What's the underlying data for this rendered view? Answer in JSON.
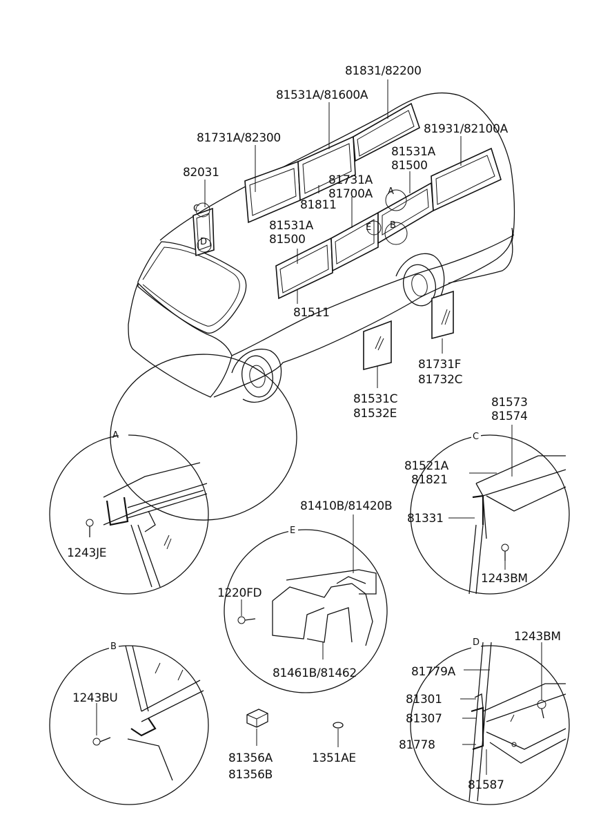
{
  "labels": {
    "p81831": "81831/82200",
    "p81531A_81600A": "81531A/81600A",
    "p81931": "81931/82100A",
    "p81731A_82300": "81731A/82300",
    "p81531A_r": "81531A",
    "p81500_r": "81500",
    "p82031": "82031",
    "p81731A_m": "81731A",
    "p81700A": "81700A",
    "p81811": "81811",
    "p81531A_l": "81531A",
    "p81500_l": "81500",
    "p81511": "81511",
    "p81531C": "81531C",
    "p81532E": "81532E",
    "p81731F": "81731F",
    "p81732C": "81732C",
    "p81573": "81573",
    "p81574": "81574",
    "p81521A": "81521A",
    "p81821": "81821",
    "p81331": "81331",
    "p1243BM_c": "1243BM",
    "p81410B": "81410B/81420B",
    "p1220FD": "1220FD",
    "p81461B": "81461B/81462",
    "p1243JE": "1243JE",
    "p1243BU": "1243BU",
    "p81356A": "81356A",
    "p81356B": "81356B",
    "p1351AE": "1351AE",
    "p1243BM_d": "1243BM",
    "p81779A": "81779A",
    "p81301": "81301",
    "p81307": "81307",
    "p81778": "81778",
    "p81587": "81587"
  },
  "detail_letters": {
    "A": "A",
    "B": "B",
    "C": "C",
    "D": "D",
    "E": "E"
  },
  "callout_letters": {
    "A": "A",
    "B": "B",
    "C": "C",
    "D": "D",
    "E": "E"
  }
}
